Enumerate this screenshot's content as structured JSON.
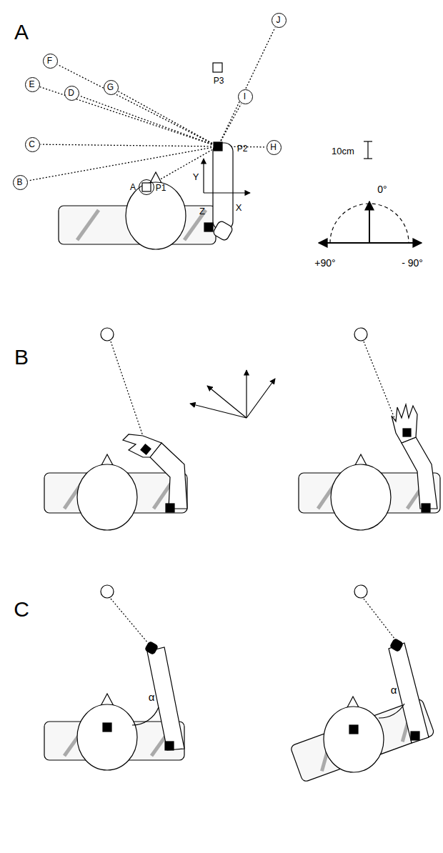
{
  "diagram": {
    "nodes": [
      {
        "text": [
          "F"
        ]
      },
      {
        "text": [
          "J"
        ]
      },
      {
        "text": [
          "E"
        ]
      },
      {
        "text": [
          "D"
        ]
      },
      {
        "text": [
          "G"
        ]
      },
      {
        "text": [
          "I"
        ]
      },
      {
        "text": [
          "C"
        ]
      },
      {
        "text": [
          "H"
        ]
      },
      {
        "text": [
          "B"
        ]
      },
      {
        "text": [
          "A"
        ]
      }
    ],
    "labels": [
      "A",
      "B",
      "C",
      "P1",
      "P2",
      "P3",
      "Y",
      "Z",
      "X",
      "10cm",
      "0°",
      "+90°",
      "- 90°",
      "α",
      "α"
    ]
  }
}
